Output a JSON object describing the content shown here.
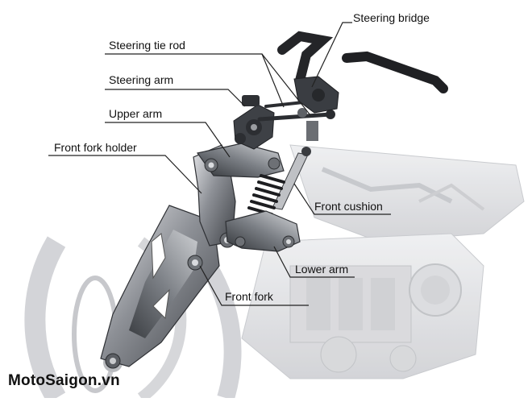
{
  "labels": {
    "steering_bridge": "Steering bridge",
    "steering_tie_rod": "Steering tie rod",
    "steering_arm": "Steering arm",
    "upper_arm": "Upper arm",
    "front_fork_holder": "Front fork holder",
    "front_cushion": "Front cushion",
    "lower_arm": "Lower arm",
    "front_fork": "Front fork"
  },
  "watermark": "MotoSaigon.vn",
  "colors": {
    "leader_line": "#222222",
    "metal_dark": "#4a4d52",
    "metal_light": "#c9cbcf",
    "ghost_frame": "#dcdde0",
    "background": "#ffffff"
  }
}
